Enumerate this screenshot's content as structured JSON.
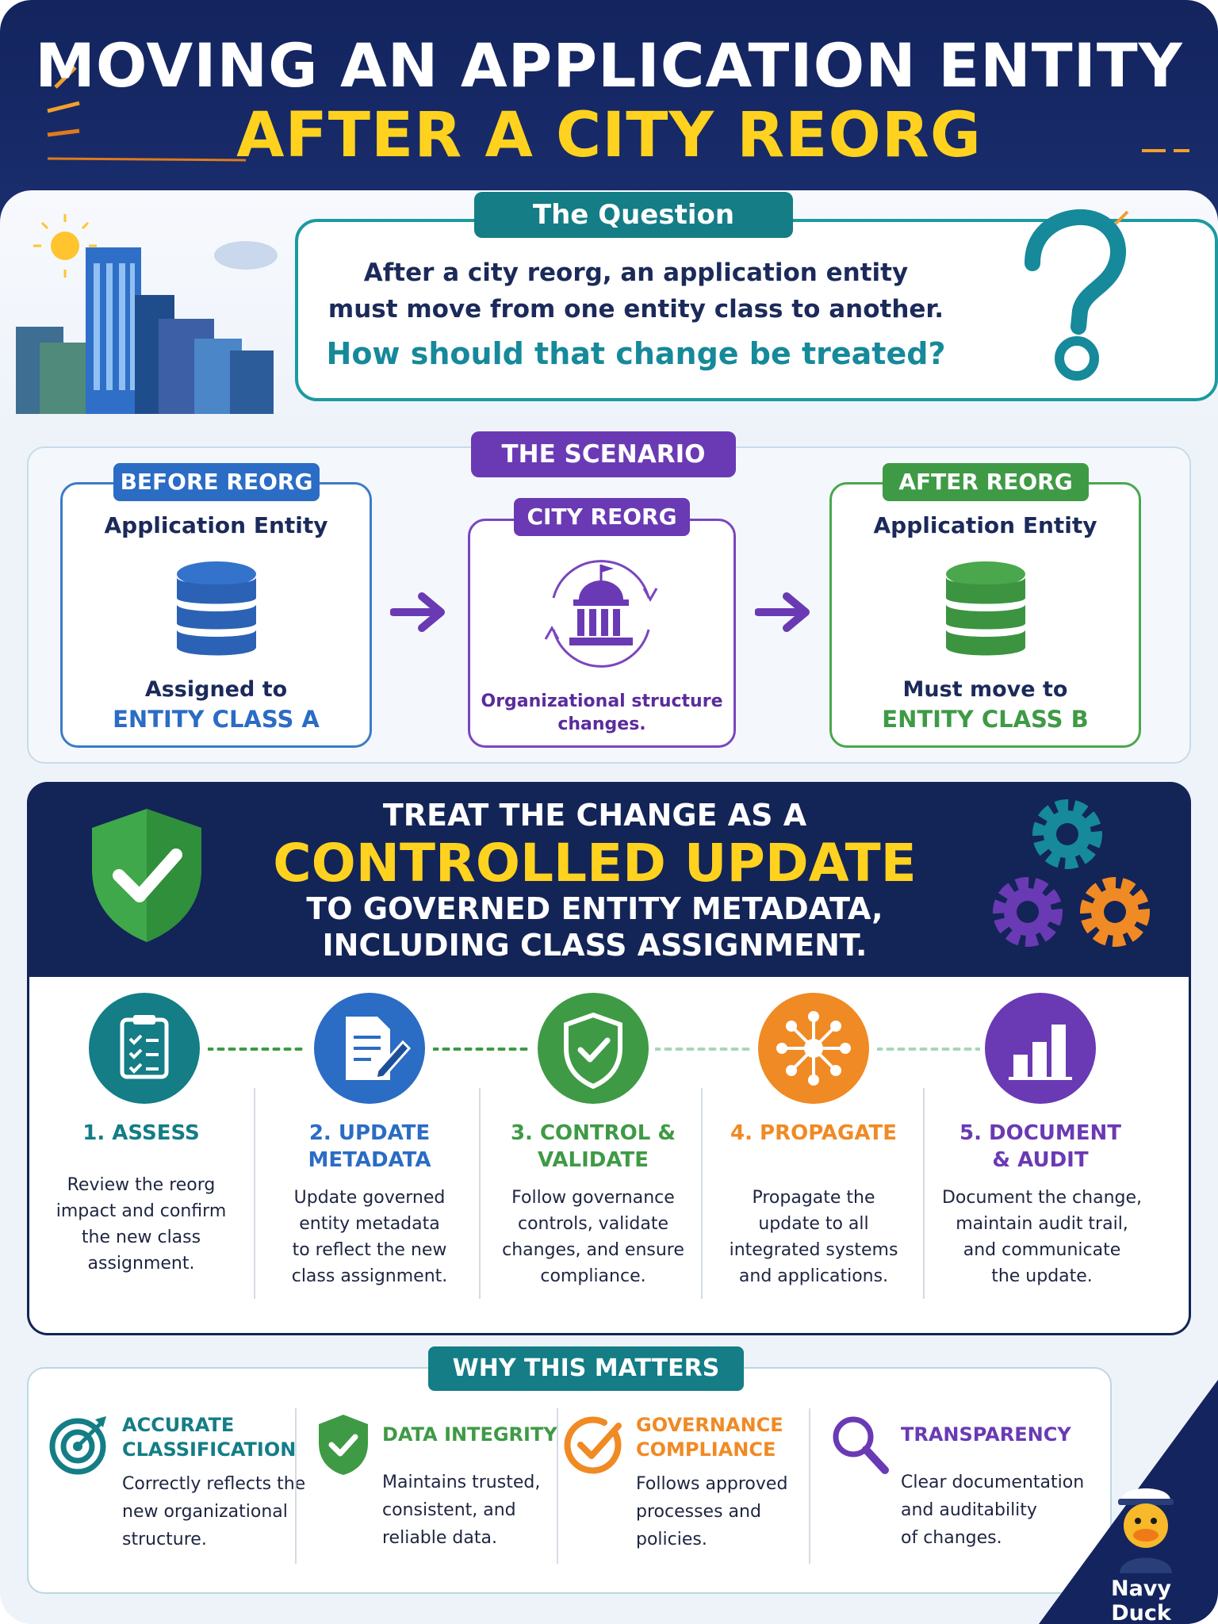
{
  "header": {
    "title_line1": "MOVING AN APPLICATION ENTITY",
    "title_line2": "AFTER A CITY REORG"
  },
  "question": {
    "tab": "The Question",
    "line1": "After a city reorg, an application entity",
    "line2": "must move from one entity class to another.",
    "highlight": "How should that change be treated?"
  },
  "scenario": {
    "tab": "THE SCENARIO",
    "before": {
      "tab": "BEFORE REORG",
      "title": "Application Entity",
      "sub": "Assigned to",
      "class": "ENTITY CLASS A"
    },
    "middle": {
      "tab": "CITY REORG",
      "desc_line1": "Organizational structure",
      "desc_line2": "changes."
    },
    "after": {
      "tab": "AFTER REORG",
      "title": "Application Entity",
      "sub": "Must move to",
      "class": "ENTITY CLASS B"
    }
  },
  "banner": {
    "line1": "TREAT THE CHANGE AS A",
    "highlight": "CONTROLLED UPDATE",
    "line3": "TO GOVERNED ENTITY METADATA,",
    "line4": "INCLUDING CLASS ASSIGNMENT."
  },
  "steps": [
    {
      "title1": "1. ASSESS",
      "title2": "",
      "desc": [
        "Review the reorg",
        "impact and confirm",
        "the new class",
        "assignment."
      ],
      "color": "#147d86",
      "icon": "clipboard-checklist-icon"
    },
    {
      "title1": "2. UPDATE",
      "title2": "METADATA",
      "desc": [
        "Update governed",
        "entity metadata",
        "to reflect the new",
        "class assignment."
      ],
      "color": "#2b6cc4",
      "icon": "document-edit-icon"
    },
    {
      "title1": "3. CONTROL &",
      "title2": "VALIDATE",
      "desc": [
        "Follow governance",
        "controls, validate",
        "changes, and ensure",
        "compliance."
      ],
      "color": "#3f9a45",
      "icon": "shield-check-icon"
    },
    {
      "title1": "4. PROPAGATE",
      "title2": "",
      "desc": [
        "Propagate the",
        "update to all",
        "integrated systems",
        "and applications."
      ],
      "color": "#f08a24",
      "icon": "network-hub-icon"
    },
    {
      "title1": "5. DOCUMENT",
      "title2": "& AUDIT",
      "desc": [
        "Document the change,",
        "maintain audit trail,",
        "and communicate",
        "the update."
      ],
      "color": "#6a3ab4",
      "icon": "bar-chart-icon"
    }
  ],
  "why": {
    "tab": "WHY THIS MATTERS",
    "items": [
      {
        "title1": "ACCURATE",
        "title2": "CLASSIFICATION",
        "desc": [
          "Correctly reflects the",
          "new organizational",
          "structure."
        ],
        "color": "#147d86",
        "icon": "target-icon"
      },
      {
        "title1": "DATA INTEGRITY",
        "title2": "",
        "desc": [
          "Maintains trusted,",
          "consistent, and",
          "reliable data."
        ],
        "color": "#3f9a45",
        "icon": "shield-check-icon"
      },
      {
        "title1": "GOVERNANCE",
        "title2": "COMPLIANCE",
        "desc": [
          "Follows approved",
          "processes and",
          "policies."
        ],
        "color": "#f08a24",
        "icon": "check-circle-icon"
      },
      {
        "title1": "TRANSPARENCY",
        "title2": "",
        "desc": [
          "Clear documentation",
          "and auditability",
          "of changes."
        ],
        "color": "#6a3ab4",
        "icon": "magnifier-icon"
      }
    ]
  },
  "brand": "Navy Duck",
  "colors": {
    "navy": "#132457",
    "yellow": "#ffd21f",
    "teal": "#147d86",
    "blue": "#2b6cc4",
    "green": "#3f9a45",
    "orange": "#f08a24",
    "purple": "#6a3ab4"
  }
}
